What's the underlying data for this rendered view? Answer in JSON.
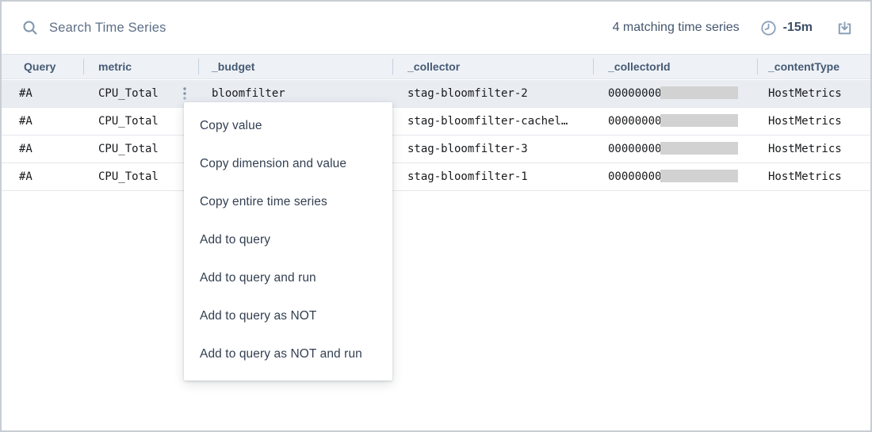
{
  "toolbar": {
    "search_placeholder": "Search Time Series",
    "match_count": "4 matching time series",
    "time_range": "-15m"
  },
  "table": {
    "columns": [
      "Query",
      "metric",
      "_budget",
      "_collector",
      "_collectorId",
      "_contentType"
    ],
    "rows": [
      {
        "query": "#A",
        "metric": "CPU_Total",
        "budget": "bloomfilter",
        "collector": "stag-bloomfilter-2",
        "collector_id": "000000000",
        "content_type": "HostMetrics"
      },
      {
        "query": "#A",
        "metric": "CPU_Total",
        "budget": "",
        "collector": "stag-bloomfilter-cachel…",
        "collector_id": "000000000",
        "content_type": "HostMetrics"
      },
      {
        "query": "#A",
        "metric": "CPU_Total",
        "budget": "",
        "collector": "stag-bloomfilter-3",
        "collector_id": "000000000",
        "content_type": "HostMetrics"
      },
      {
        "query": "#A",
        "metric": "CPU_Total",
        "budget": "",
        "collector": "stag-bloomfilter-1",
        "collector_id": "000000000",
        "content_type": "HostMetrics"
      }
    ]
  },
  "context_menu": {
    "items": [
      "Copy value",
      "Copy dimension and value",
      "Copy entire time series",
      "Add to query",
      "Add to query and run",
      "Add to query as NOT",
      "Add to query as NOT and run"
    ]
  },
  "icons": {
    "search": "search-icon",
    "clock": "clock-icon",
    "download": "download-icon",
    "kebab": "kebab-menu-icon"
  },
  "colors": {
    "header_bg": "#eef1f6",
    "selected_row_bg": "#e9edf2",
    "header_text": "#455a74",
    "icon": "#8aa0b8",
    "redaction": "#d2d2d2",
    "time_text": "#3b4e67"
  }
}
